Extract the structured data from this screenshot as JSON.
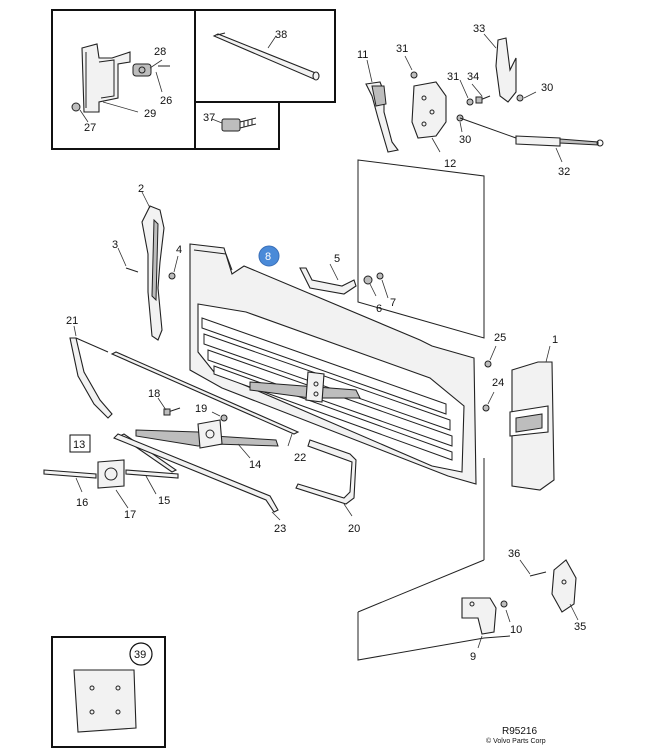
{
  "diagram": {
    "highlight_color": "#4a8ad8",
    "highlighted_part": "8",
    "labels": {
      "p1": "1",
      "p2": "2",
      "p3": "3",
      "p4": "4",
      "p5": "5",
      "p6": "6",
      "p7": "7",
      "p8": "8",
      "p9": "9",
      "p10": "10",
      "p11": "11",
      "p12": "12",
      "p13": "13",
      "p14": "14",
      "p15": "15",
      "p16": "16",
      "p17": "17",
      "p18": "18",
      "p19": "19",
      "p20": "20",
      "p21": "21",
      "p22": "22",
      "p23": "23",
      "p24": "24",
      "p25": "25",
      "p26": "26",
      "p27": "27",
      "p28": "28",
      "p29": "29",
      "p30a": "30",
      "p30b": "30",
      "p31a": "31",
      "p31b": "31",
      "p32": "32",
      "p33": "33",
      "p34": "34",
      "p35": "35",
      "p36": "36",
      "p37": "37",
      "p38": "38",
      "p39": "39"
    },
    "footer": {
      "code": "R95216",
      "copyright": "© Volvo Parts Corp"
    }
  }
}
